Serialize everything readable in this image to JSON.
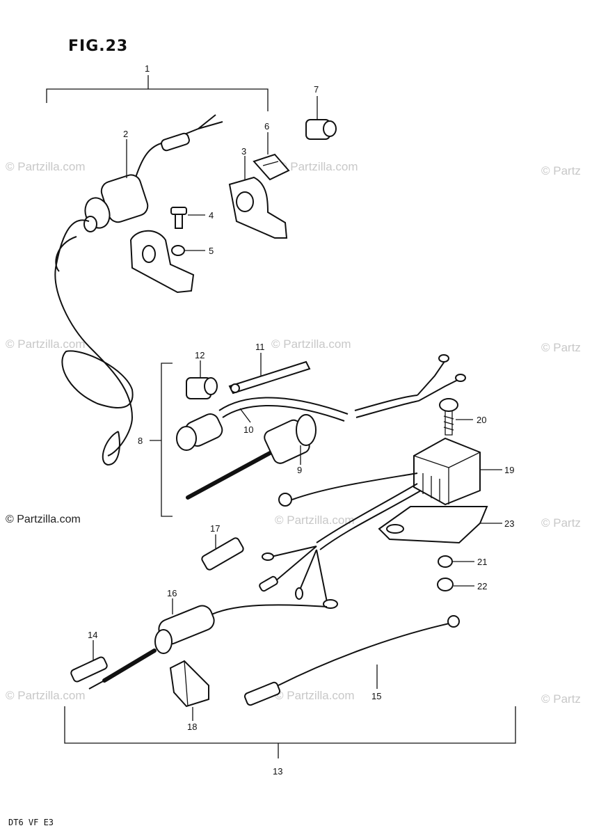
{
  "figure": {
    "title": "FIG.23",
    "model_code": "DT6 VF E3"
  },
  "watermark": {
    "text": "© Partzilla.com",
    "cut_text": "© Partz"
  },
  "callouts": [
    "1",
    "2",
    "3",
    "4",
    "5",
    "6",
    "7",
    "8",
    "9",
    "10",
    "11",
    "12",
    "13",
    "14",
    "15",
    "16",
    "17",
    "18",
    "19",
    "20",
    "21",
    "22",
    "23"
  ]
}
